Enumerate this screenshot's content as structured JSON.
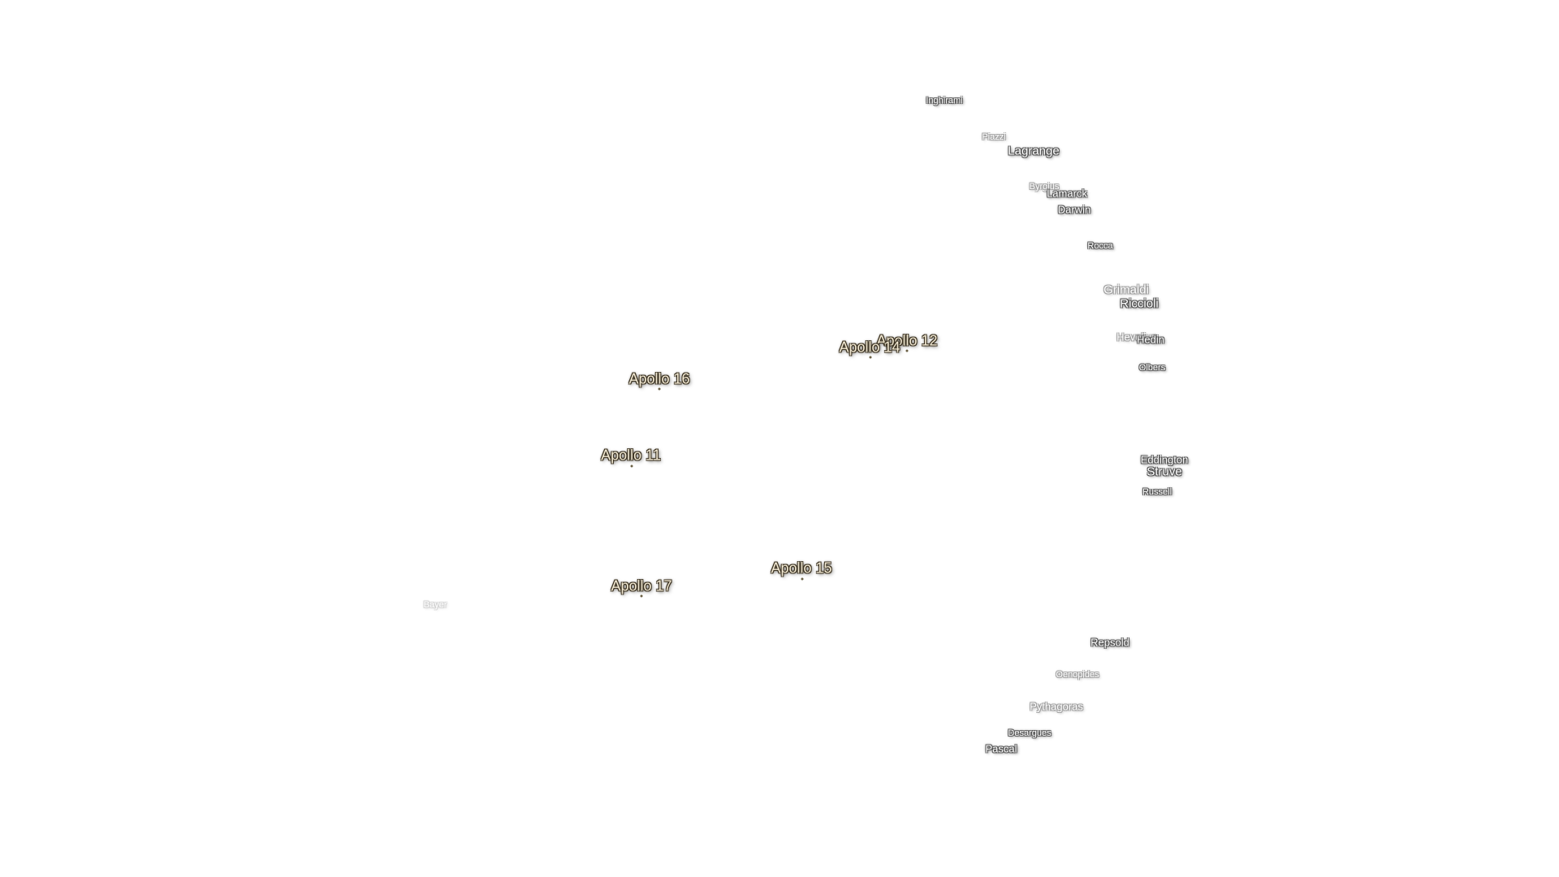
{
  "features": [
    {
      "id": "inghirami",
      "label": "Inghirami",
      "size": "sm",
      "fade": ""
    },
    {
      "id": "piazzi",
      "label": "Piazzi",
      "size": "sm",
      "fade": "faded"
    },
    {
      "id": "lagrange",
      "label": "Lagrange",
      "size": "lg",
      "fade": ""
    },
    {
      "id": "byrgius",
      "label": "Byrgius",
      "size": "sm",
      "fade": "faded"
    },
    {
      "id": "lamarck",
      "label": "Lamarck",
      "size": "md",
      "fade": ""
    },
    {
      "id": "darwin",
      "label": "Darwin",
      "size": "md",
      "fade": ""
    },
    {
      "id": "rocca",
      "label": "Rocca",
      "size": "sm",
      "fade": ""
    },
    {
      "id": "grimaldi",
      "label": "Grimaldi",
      "size": "lg",
      "fade": "faded"
    },
    {
      "id": "riccioli",
      "label": "Riccioli",
      "size": "lg",
      "fade": ""
    },
    {
      "id": "hevelius",
      "label": "Hevelius",
      "size": "md",
      "fade": "faded"
    },
    {
      "id": "hedin",
      "label": "Hedin",
      "size": "md",
      "fade": ""
    },
    {
      "id": "olbers",
      "label": "Olbers",
      "size": "sm",
      "fade": ""
    },
    {
      "id": "eddington",
      "label": "Eddington",
      "size": "md",
      "fade": ""
    },
    {
      "id": "struve",
      "label": "Struve",
      "size": "lg",
      "fade": ""
    },
    {
      "id": "russell",
      "label": "Russell",
      "size": "sm",
      "fade": ""
    },
    {
      "id": "repsold",
      "label": "Repsold",
      "size": "md",
      "fade": ""
    },
    {
      "id": "oenopides",
      "label": "Oenopides",
      "size": "sm",
      "fade": "faded"
    },
    {
      "id": "pythagoras",
      "label": "Pythagoras",
      "size": "md",
      "fade": "faded"
    },
    {
      "id": "desargues",
      "label": "Desargues",
      "size": "sm",
      "fade": ""
    },
    {
      "id": "pascal",
      "label": "Pascal",
      "size": "md",
      "fade": ""
    },
    {
      "id": "bayer",
      "label": "Bayer",
      "size": "sm",
      "fade": "faint"
    }
  ],
  "apollo_sites": [
    {
      "id": "apollo-11",
      "label": "Apollo 11"
    },
    {
      "id": "apollo-12",
      "label": "Apollo 12"
    },
    {
      "id": "apollo-14",
      "label": "Apollo 14"
    },
    {
      "id": "apollo-15",
      "label": "Apollo 15"
    },
    {
      "id": "apollo-16",
      "label": "Apollo 16"
    },
    {
      "id": "apollo-17",
      "label": "Apollo 17"
    }
  ],
  "colors": {
    "background": "#ffffff",
    "feature_text": "#ffffff",
    "feature_outline": "#555555",
    "apollo_text": "#f3ead4",
    "apollo_outline": "#3c3322"
  }
}
